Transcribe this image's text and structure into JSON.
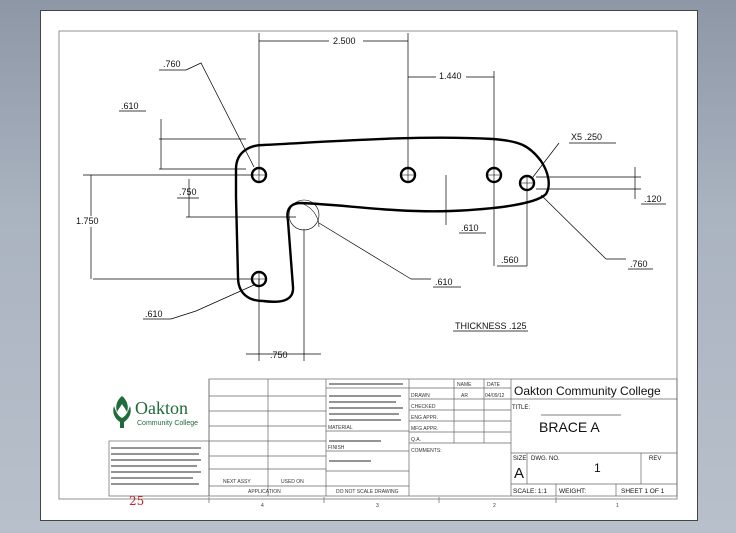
{
  "dimensions": {
    "d2500": "2.500",
    "d1440": "1.440",
    "d760a": ".760",
    "d610a": ".610",
    "d250": "X5 .250",
    "d750v": ".750",
    "d1750": "1.750",
    "d610b": ".610",
    "d560": ".560",
    "d120": ".120",
    "d610c": ".610",
    "d760b": ".760",
    "d610d": ".610",
    "d750h": ".750"
  },
  "notes": {
    "thickness": "THICKNESS .125"
  },
  "title_block": {
    "company": "Oakton Community College",
    "title_label": "TITLE:",
    "title": "BRACE A",
    "size_label": "SIZE",
    "size": "A",
    "dwg_no_label": "DWG. NO.",
    "dwg_no": "1",
    "rev_label": "REV",
    "scale": "SCALE: 1:1",
    "weight": "WEIGHT:",
    "sheet": "SHEET 1 OF 1",
    "name_col": "NAME",
    "date_col": "DATE",
    "drawn": "DRAWN",
    "drawn_name": "AR",
    "drawn_date": "04/09/12",
    "checked": "CHECKED",
    "eng_appr": "ENG APPR.",
    "mfg_appr": "MFG APPR.",
    "qa": "Q.A.",
    "comments": "COMMENTS:",
    "next_assy": "NEXT ASSY",
    "used_on": "USED ON",
    "application": "APPLICATION",
    "do_not_scale": "DO NOT SCALE DRAWING",
    "finish": "FINISH",
    "material": "MATERIAL"
  },
  "logo": {
    "name": "Oakton",
    "sub": "Community College",
    "icon": "tree-logo-icon",
    "color": "#1f6b3a"
  },
  "zone_labels": [
    "4",
    "3",
    "2",
    "1"
  ],
  "handwritten": "25"
}
